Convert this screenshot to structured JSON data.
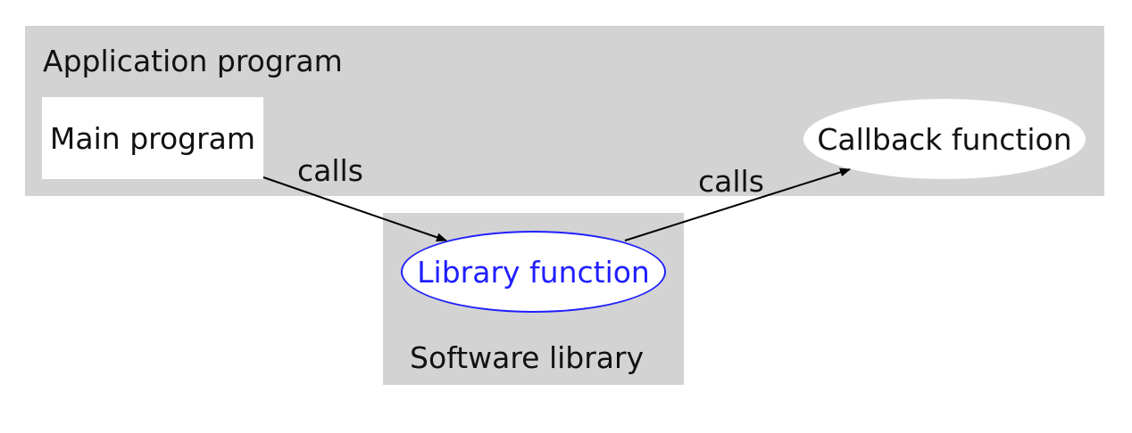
{
  "clusters": {
    "application": {
      "label": "Application program"
    },
    "library": {
      "label": "Software library"
    }
  },
  "nodes": {
    "main": {
      "label": "Main program"
    },
    "library_function": {
      "label": "Library function"
    },
    "callback": {
      "label": "Callback function"
    }
  },
  "edges": [
    {
      "from": "Main program",
      "to": "Library function",
      "label": "calls"
    },
    {
      "from": "Library function",
      "to": "Callback function",
      "label": "calls"
    }
  ],
  "colors": {
    "cluster_fill": "#d3d3d3",
    "library_node_accent": "#1f1fff",
    "edge": "#000000"
  }
}
